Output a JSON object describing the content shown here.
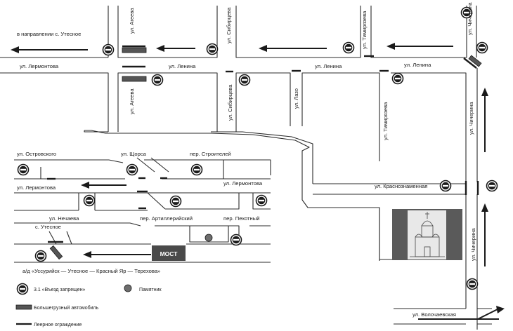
{
  "map": {
    "direction_note": "в направлении с. Утесное",
    "streets": {
      "lermontov_top": "ул. Лермонтова",
      "lenina_1": "ул. Ленина",
      "lenina_2": "ул. Ленина",
      "lenina_3": "ул. Ленина",
      "ageeva_top": "ул. Агеева",
      "ageeva_bottom": "ул. Агеева",
      "sibirtseva_top": "ул. Сибирцева",
      "sibirtseva_bottom": "ул. Сибирцева",
      "timiryazeva_top": "ул. Тимирязева",
      "timiryazeva_bottom": "ул. Тимирязева",
      "chicherina_top": "ул. Чичерина",
      "chicherina_mid": "ул. Чичерина",
      "chicherina_low": "ул. Чичерина",
      "lazo": "ул. Лазо",
      "ostrovskogo": "ул. Островского",
      "shchorsa": "ул. Щорса",
      "stroiteley": "пер. Строителей",
      "lermontov_mid_left": "ул. Лермонтова",
      "lermontov_mid_right": "ул. Лермонтова",
      "krasnoznamennaya": "ул. Краснознаменная",
      "nechaeva": "ул. Нечаева",
      "artilleriyskiy": "пер. Артиллерийский",
      "pekhotny": "пер. Пехотный",
      "utesnoe": "с. Утесное",
      "highway": "а/д «Уссурийск — Утесное — Красный Яр — Терехова»",
      "volochaevskaya": "ул. Волочаевская"
    },
    "bridge_label": "МОСТ",
    "colors": {
      "truck": "#555555",
      "bridge": "#4a4a4a",
      "church_block": "#5a5a5a",
      "monument": "#6e6e6e",
      "road": "#2b2b2b"
    }
  },
  "legend": {
    "no_entry_label": "3.1 «Въезд запрещен»",
    "monument_label": "Памятник",
    "truck_label": "Большегрузный автомобиль",
    "barrier_label": "Леерное ограждение",
    "no_entry_icon": "no-entry-sign-icon",
    "monument_icon": "monument-icon"
  }
}
